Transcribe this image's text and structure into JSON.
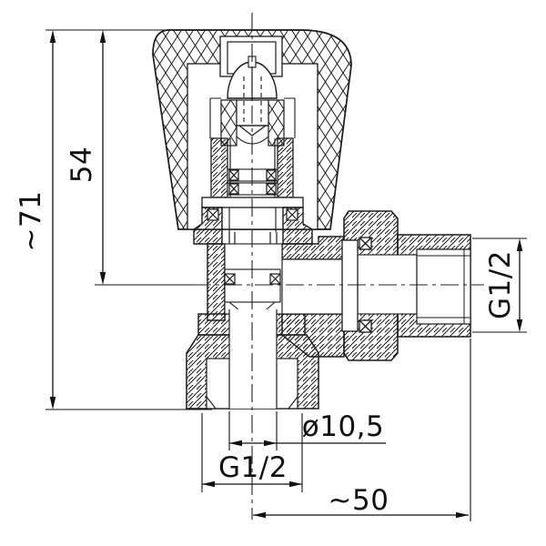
{
  "drawing": {
    "subject": "Angle radiator valve - sectional technical drawing",
    "labels": {
      "overall_height": "~71",
      "height_to_axis": "54",
      "side_thread": "G1/2",
      "bore_diameter": "ø10,5",
      "bottom_thread": "G1/2",
      "width_axis_to_end": "~50"
    },
    "colors": {
      "line": "#1a1a1a",
      "background": "#ffffff"
    }
  }
}
